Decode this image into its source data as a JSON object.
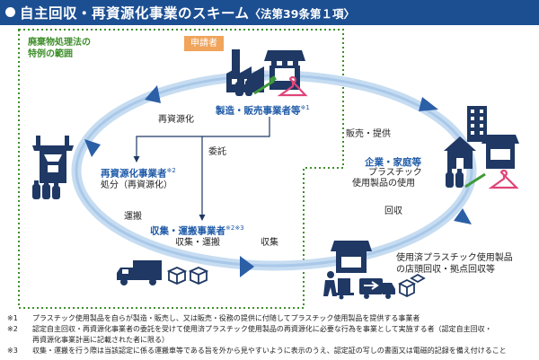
{
  "header": {
    "title": "自主回収・再資源化事業のスキーム",
    "subtitle": "〈法第39条第１項〉"
  },
  "scope_label": [
    "廃棄物処理法の",
    "特例の範囲"
  ],
  "applicant_tag": "申請者",
  "actors": {
    "manufacturer": {
      "name": "製造・販売事業者等",
      "note_ref": "※1"
    },
    "recycler": {
      "name": "再資源化事業者",
      "note_ref": "※2",
      "role": "処分（再資源化）"
    },
    "collector": {
      "name": "収集・運搬事業者",
      "note_ref": "※2※3",
      "role": "収集・運搬"
    },
    "consumer": {
      "name": "企業・家庭等",
      "role_line1": "プラスチック",
      "role_line2": "使用製品の使用"
    },
    "collection_point": {
      "line1": "使用済プラスチック使用製品",
      "line2": "の店頭回収・拠点回収等"
    }
  },
  "flows": {
    "recycling": "再資源化",
    "sale": "販売・提供",
    "entrust": "委託",
    "collect": "回収",
    "transport": "運搬",
    "gather": "収集"
  },
  "notes": [
    {
      "mark": "※1",
      "text": "プラスチック使用製品を自らが製造・販売し、又は販売・役務の提供に付随してプラスチック使用製品を提供する事業者"
    },
    {
      "mark": "※2",
      "text": "認定自主回収・再資源化事業者の委託を受けて使用済プラスチック使用製品の再資源化に必要な行為を事業として実施する者（認定自主回収・",
      "continuation": "再資源化事業計画に記載された者に限る）"
    },
    {
      "mark": "※3",
      "text": "収集・運搬を行う際は当該認定に係る運搬車等である旨を外から見やすいように表示のうえ、認定証の写しの書面又は電磁的記録を備え付けること"
    }
  ],
  "colors": {
    "header_bg": "#1c4f92",
    "cycle_ring": "#b9d3ee",
    "scope_border": "#3f8f2c",
    "icon_navy": "#1f3864",
    "label_blue": "#1e5aa8",
    "applicant_tag": "#f0a45c"
  },
  "icons": [
    "factory-icon",
    "shop-icon",
    "bottles-icon",
    "toothbrush-icon",
    "hanger-icon",
    "recycling-plant-icon",
    "office-building-icon",
    "house-icon",
    "truck-icon",
    "boxes-icon",
    "hand-truck-icon",
    "delivery-van-icon",
    "store-icon"
  ]
}
